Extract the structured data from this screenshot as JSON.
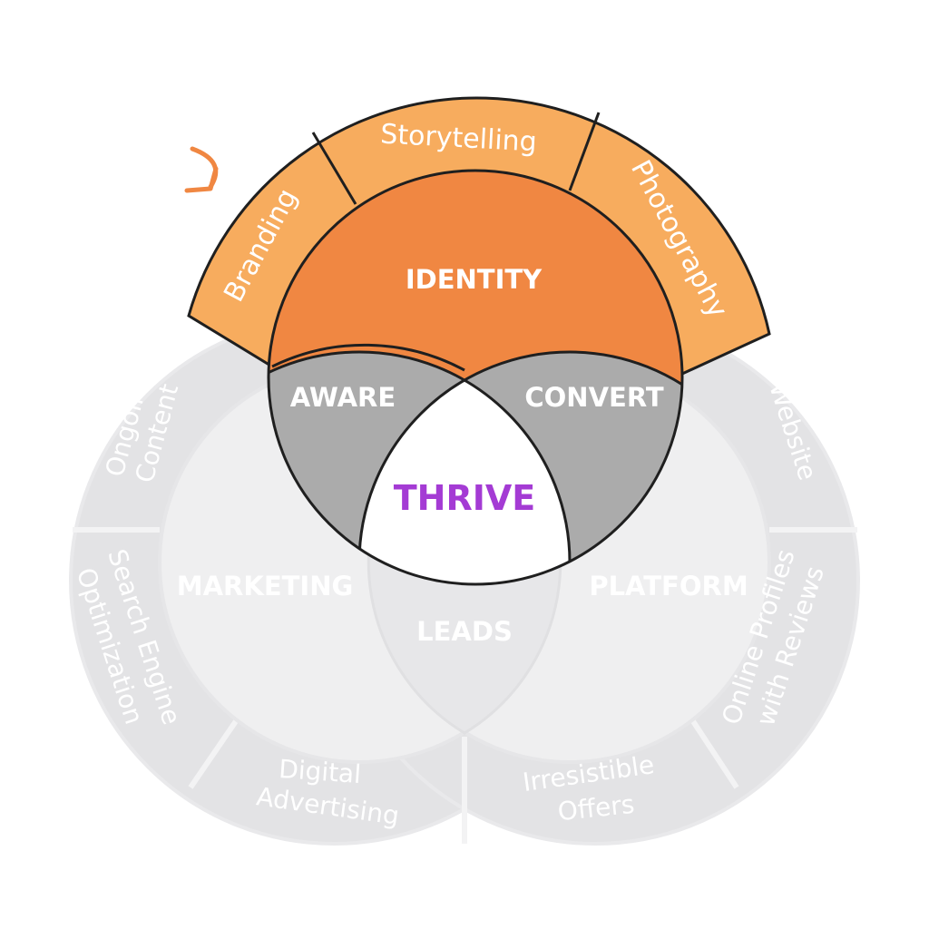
{
  "diagram": {
    "center_label": "THRIVE",
    "circles": {
      "top": "IDENTITY",
      "left": "MARKETING",
      "right": "PLATFORM"
    },
    "overlaps": {
      "top_left": "AWARE",
      "top_right": "CONVERT",
      "bottom": "LEADS"
    },
    "outer_ring": {
      "identity": [
        "Branding",
        "Storytelling",
        "Photography"
      ],
      "marketing_ongoing": [
        "Ongoing",
        "Content"
      ],
      "marketing_seo": [
        "Search Engine",
        "Optimization"
      ],
      "marketing_ads": [
        "Digital",
        "Advertising"
      ],
      "platform_website": "Website",
      "platform_profiles": [
        "Online Profiles",
        "with Reviews"
      ],
      "platform_offers": [
        "Irresistible",
        "Offers"
      ]
    },
    "colors": {
      "orange_dark": "#F08742",
      "orange_light": "#F7AC5E",
      "grey_dark": "#ABABAB",
      "grey_light": "#EFEFF0",
      "grey_ring": "#E3E3E5",
      "purple": "#A43BD4",
      "outline": "#1f1f1f"
    },
    "arrow_icon": "curved-arrow-icon"
  }
}
